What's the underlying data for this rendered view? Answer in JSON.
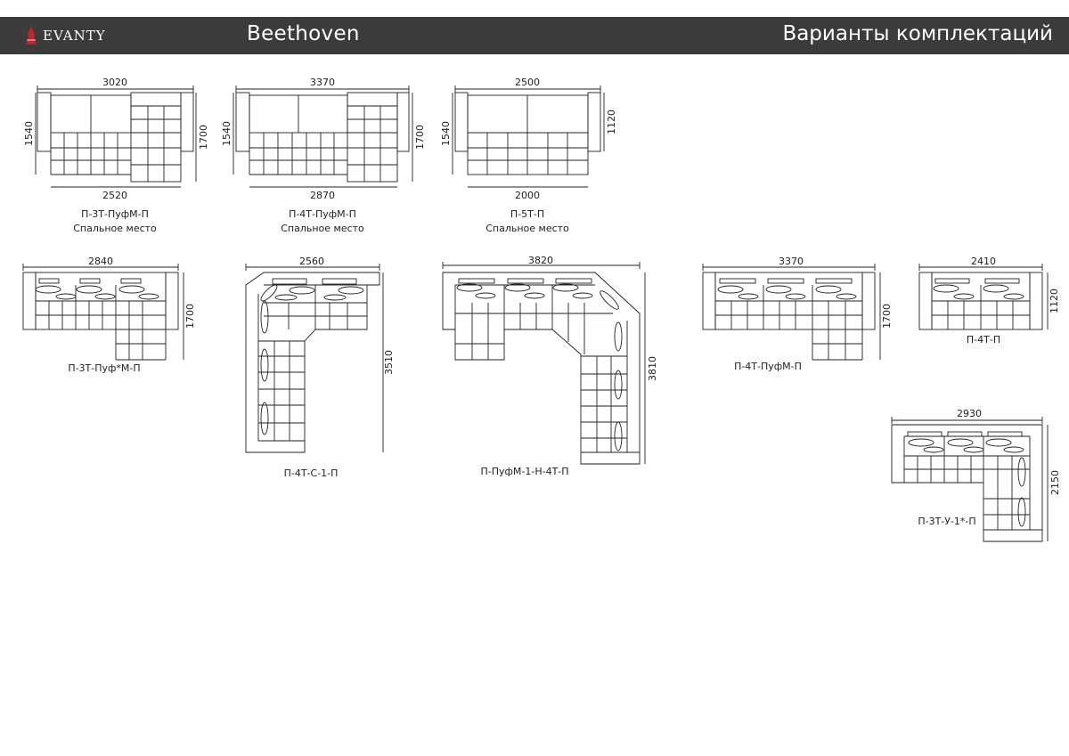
{
  "header": {
    "brand": "EVANTY",
    "model": "Beethoven",
    "title": "Варианты комплектаций"
  },
  "colors": {
    "header_bg": "#3b3b3b",
    "header_text": "#ffffff",
    "logo_red": "#c0262d",
    "line": "#222222"
  },
  "sofas": [
    {
      "code": "П-3Т-ПуфМ-П",
      "sublabel": "Спальное место",
      "top": "3020",
      "bottom": "2520",
      "left": "1540",
      "right": "1700"
    },
    {
      "code": "П-4Т-ПуфМ-П",
      "sublabel": "Спальное место",
      "top": "3370",
      "bottom": "2870",
      "left": "1540",
      "right": "1700"
    },
    {
      "code": "П-5Т-П",
      "sublabel": "Спальное место",
      "top": "2500",
      "bottom": "2000",
      "left": "1540",
      "right": "1120"
    },
    {
      "code": "П-3Т-Пуф*М-П",
      "top": "2840",
      "right": "1700"
    },
    {
      "code": "П-4Т-С-1-П",
      "top": "2560",
      "right": "3510"
    },
    {
      "code": "П-ПуфМ-1-Н-4Т-П",
      "top": "3820",
      "right": "3810"
    },
    {
      "code": "П-4Т-ПуфМ-П",
      "top": "3370",
      "right": "1700"
    },
    {
      "code": "П-4Т-П",
      "top": "2410",
      "right": "1120"
    },
    {
      "code": "П-3Т-У-1*-П",
      "top": "2930",
      "right": "2150"
    }
  ]
}
